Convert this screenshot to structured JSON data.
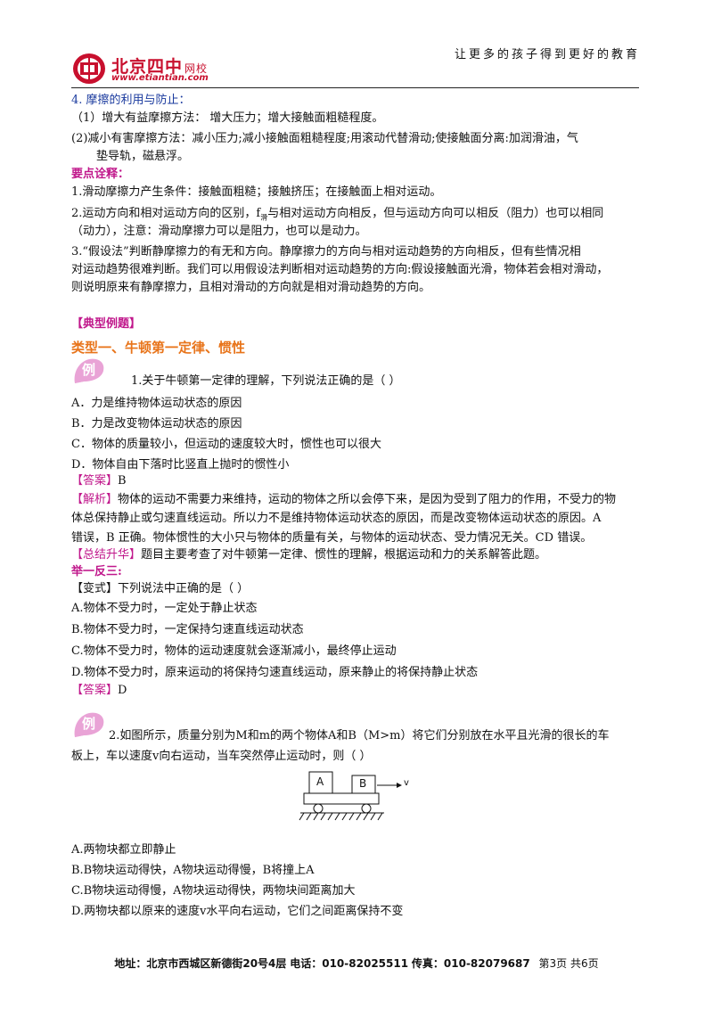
{
  "header": {
    "slogan": "让更多的孩子得到更好的教育",
    "logo_name": "北京四中",
    "logo_suffix": "网校",
    "logo_url": "www.etiantian.com"
  },
  "section4": {
    "title": "4. 摩擦的利用与防止：",
    "item1": "（1）增大有益摩擦方法：  增大压力；增大接触面粗糙程度。",
    "item2_line1": "(2)减小有害摩擦方法：减小压力;减小接触面粗糙程度;用滚动代替滑动;使接触面分离:加润滑油，气",
    "item2_line2": "垫导轨，磁悬浮。"
  },
  "key_points": {
    "title": "要点诠释：",
    "p1": "1.滑动摩擦力产生条件：接触面粗糙；接触挤压；在接触面上相对运动。",
    "p2_line1_a": "2.运动方向和相对运动方向的区别，f",
    "p2_sub": "滑",
    "p2_line1_b": "与相对运动方向相反，但与运动方向可以相反（阻力）也可以相同",
    "p2_line2": "（动力），注意：滑动摩擦力可以是阻力，也可以是动力。",
    "p3_line1": "3.“假设法”判断静摩擦力的有无和方向。静摩擦力的方向与相对运动趋势的方向相反，但有些情况相",
    "p3_line2": "对运动趋势很难判断。我们可以用假设法判断相对运动趋势的方向:假设接触面光滑，物体若会相对滑动，",
    "p3_line3": "则说明原来有静摩擦力，且相对滑动的方向就是相对滑动趋势的方向。"
  },
  "examples": {
    "title": "【典型例题】",
    "type1": "类型一、牛顿第一定律、惯性",
    "badge": "例"
  },
  "q1": {
    "stem": "1.关于牛顿第一定律的理解，下列说法正确的是（      ）",
    "options": [
      "A．力是维持物体运动状态的原因",
      "B．力是改变物体运动状态的原因",
      "C．物体的质量较小，但运动的速度较大时，惯性也可以很大",
      "D．物体自由下落时比竖直上抛时的惯性小"
    ],
    "answer_label": "【答案】",
    "answer": "B",
    "analysis_label": "【解析】",
    "analysis_line1": "物体的运动不需要力来维持，运动的物体之所以会停下来，是因为受到了阻力的作用，不受力的物",
    "analysis_line2": "体总保持静止或匀速直线运动。所以力不是维持物体运动状态的原因，而是改变物体运动状态的原因。A",
    "analysis_line3": "错误，B 正确。物体惯性的大小只与物体的质量有关，与物体的运动状态、受力情况无关。CD 错误。",
    "summary_label": "【总结升华】",
    "summary": "题目主要考查了对牛顿第一定律、惯性的理解，根据运动和力的关系解答此题。"
  },
  "variant": {
    "title": "举一反三:",
    "stem": "【变式】下列说法中正确的是（      ）",
    "options": [
      "A.物体不受力时，一定处于静止状态",
      "B.物体不受力时，一定保持匀速直线运动状态",
      "C.物体不受力时，物体的运动速度就会逐渐减小，最终停止运动",
      "D.物体不受力时，原来运动的将保持匀速直线运动，原来静止的将保持静止状态"
    ],
    "answer_label": "【答案】",
    "answer": "D"
  },
  "q2": {
    "stem_line1": "2.如图所示，质量分别为M和m的两个物体A和B（M>m）将它们分别放在水平且光滑的很长的车",
    "stem_line2": "板上，车以速度v向右运动，当车突然停止运动时，则（      ）",
    "figure": {
      "block_a": "A",
      "block_b": "B",
      "velocity": "v"
    },
    "options": [
      "A.两物块都立即静止",
      "B.B物块运动得快，A物块运动得慢，B将撞上A",
      "C.B物块运动得慢，A物块运动得快，两物块间距离加大",
      "D.两物块都以原来的速度v水平向右运动，它们之间距离保持不变"
    ]
  },
  "footer": {
    "address": "地址：北京市西城区新德街20号4层",
    "phone": "电话：010-82025511",
    "fax": "传真：010-82079687",
    "page": "第3页  共6页"
  },
  "colors": {
    "brand_red": "#c8102e",
    "heading_magenta": "#c0178b",
    "type_orange": "#e8741a",
    "text_blue": "#1a3a9e"
  }
}
